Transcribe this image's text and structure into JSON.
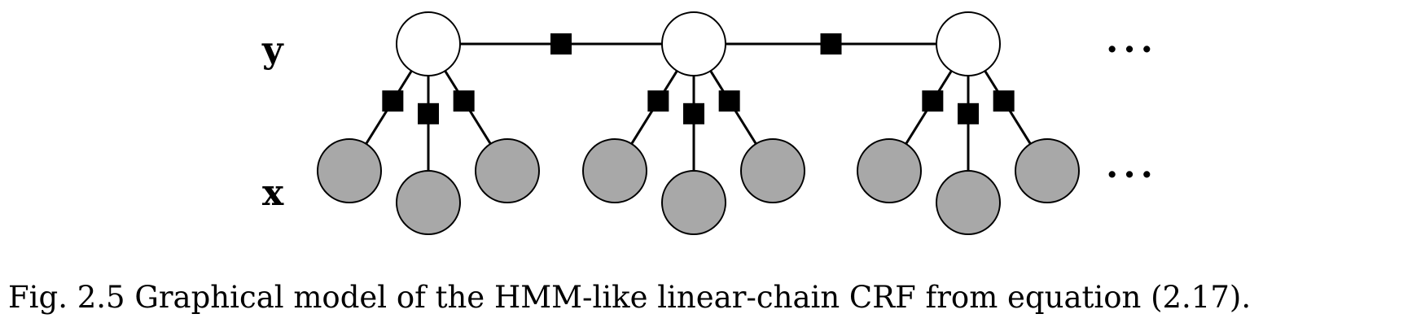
{
  "figure": {
    "labels": {
      "y": "y",
      "x": "x"
    },
    "ellipsis": "...",
    "caption": "Fig. 2.5  Graphical model of the HMM-like linear-chain CRF from equation (2.17)."
  },
  "colors": {
    "observed_fill": "#a8a8a8",
    "hidden_fill": "#ffffff",
    "factor": "#000000"
  }
}
